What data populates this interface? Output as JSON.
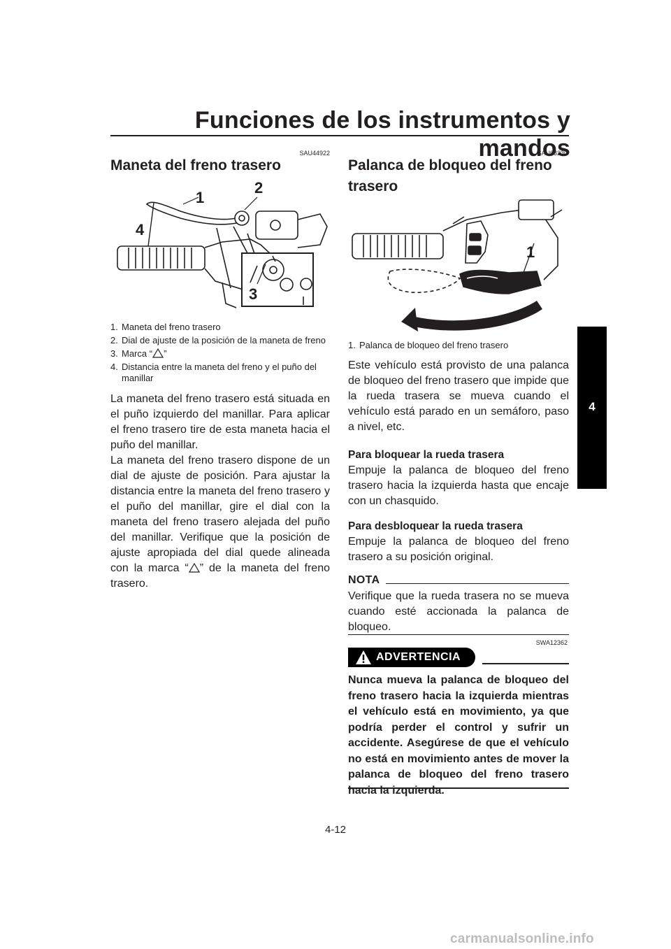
{
  "header": {
    "title": "Funciones de los instrumentos y mandos",
    "chapter_tab": "4"
  },
  "left": {
    "code": "SAU44922",
    "title": "Maneta del freno trasero",
    "figure_labels": [
      "1",
      "2",
      "3",
      "4"
    ],
    "captions": [
      {
        "num": "1.",
        "text": "Maneta del freno trasero"
      },
      {
        "num": "2.",
        "text": "Dial de ajuste de la posición de la maneta de freno"
      },
      {
        "num": "3.",
        "text_before": "Marca “",
        "text_after": "”"
      },
      {
        "num": "4.",
        "text": "Distancia entre la maneta del freno y el puño del manillar"
      }
    ],
    "para1": "La maneta del freno trasero está situada en el puño izquierdo del manillar. Para aplicar el freno trasero tire de esta maneta hacia el puño del manillar.",
    "para2_before": "La maneta del freno trasero dispone de un dial de ajuste de posición. Para ajustar la distancia entre la maneta del freno trasero y el puño del manillar, gire el dial con la maneta del freno trasero alejada del puño del manillar. Verifique que la posición de ajuste apropiada del dial quede alineada con la marca “",
    "para2_after": "” de la maneta del freno trasero."
  },
  "right": {
    "code": "SAU63230",
    "title_line1": "Palanca de bloqueo del freno",
    "title_line2": "trasero",
    "figure_label": "1",
    "caption": {
      "num": "1.",
      "text": "Palanca de bloqueo del freno trasero"
    },
    "intro": "Este vehículo está provisto de una palanca de bloqueo del freno trasero que impide que la rueda trasera se mueva cuando el vehículo está parado en un semáforo, paso a nivel, etc.",
    "lock_heading": "Para bloquear la rueda trasera",
    "lock_text": "Empuje la palanca de bloqueo del freno trasero hacia la izquierda hasta que encaje con un chasquido.",
    "unlock_heading": "Para desbloquear la rueda trasera",
    "unlock_text": "Empuje la palanca de bloqueo del freno trasero a su posición original.",
    "nota_label": "NOTA",
    "nota_text": "Verifique que la rueda trasera no se mueva cuando esté accionada la palanca de bloqueo.",
    "warn_code": "SWA12362",
    "warn_label": "ADVERTENCIA",
    "warn_text": "Nunca mueva la palanca de bloqueo del freno trasero hacia la izquierda mientras el vehículo está en movimiento, ya que podría perder el control y sufrir un accidente. Asegúrese de que el vehículo no está en movimiento antes de mover la palanca de bloqueo del freno trasero hacia la izquierda."
  },
  "footer": {
    "page_number": "4-12",
    "url": "carmanualsonline.info"
  }
}
